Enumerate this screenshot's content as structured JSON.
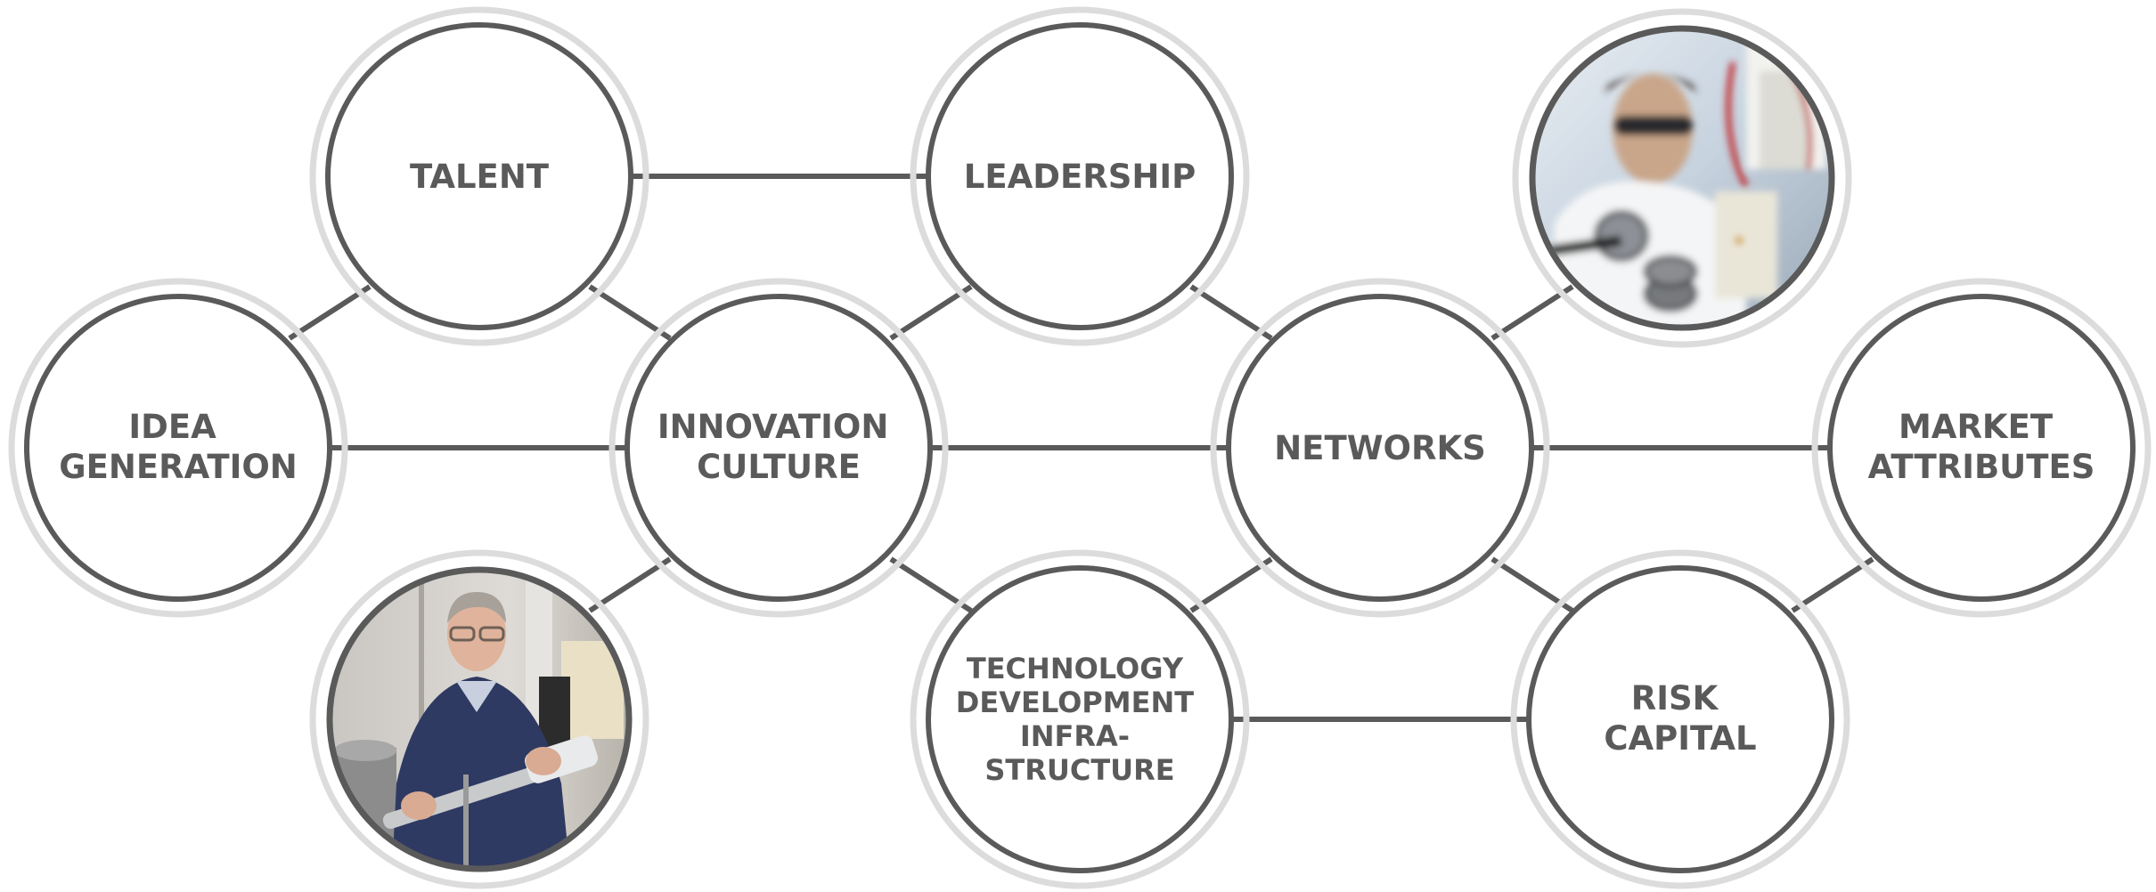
{
  "diagram": {
    "nodes": {
      "talent": {
        "lines": [
          "TALENT"
        ]
      },
      "leadership": {
        "lines": [
          "LEADERSHIP"
        ]
      },
      "idea_generation": {
        "lines": [
          "IDEA",
          "GENERATION"
        ]
      },
      "innovation_culture": {
        "lines": [
          "INNOVATION",
          "CULTURE"
        ]
      },
      "networks": {
        "lines": [
          "NETWORKS"
        ]
      },
      "market_attributes": {
        "lines": [
          "MARKET",
          "ATTRIBUTES"
        ]
      },
      "technology_development_infrastructure": {
        "lines": [
          "TECHNOLOGY",
          "DEVELOPMENT",
          "INFRA-",
          "STRUCTURE"
        ]
      },
      "risk_capital": {
        "lines": [
          "RISK",
          "CAPITAL"
        ]
      }
    },
    "photos": {
      "lab_scientist": {
        "subject": "scientist in safety goggles with lab equipment"
      },
      "researcher": {
        "subject": "researcher holding a metal instrument"
      }
    },
    "colors": {
      "ring": "#5a5a5a",
      "halo": "#dcdcdc",
      "label": "#5a5a5a",
      "background": "#ffffff"
    }
  }
}
